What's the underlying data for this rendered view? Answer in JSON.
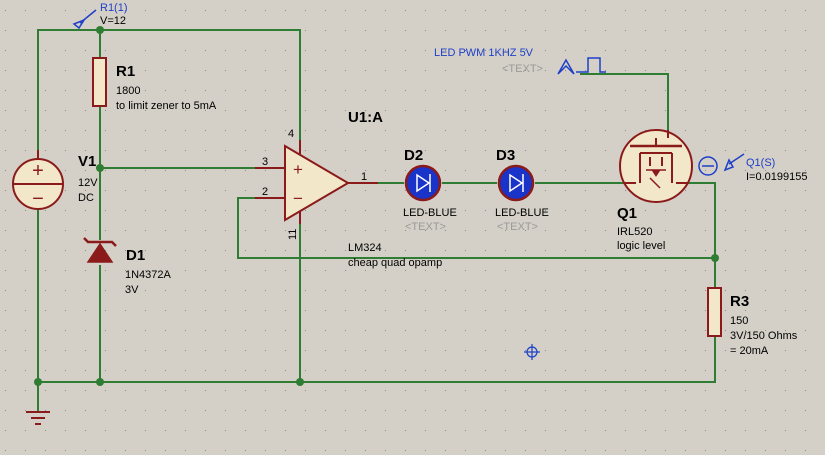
{
  "colors": {
    "background": "#d4d0c8",
    "grid_dot": "#8a8a8a",
    "wire": "#2e7d32",
    "component": "#8b1a1a",
    "component_fill": "#f3e7c9",
    "led_fill": "#1a33c8",
    "probe": "#1e3fc8",
    "label": "#000000",
    "placeholder": "#9a9a9a"
  },
  "probe_r1": {
    "name": "R1(1)",
    "reading": "V=12"
  },
  "r1": {
    "ref": "R1",
    "value": "1800",
    "note": "to limit zener to 5mA"
  },
  "u1": {
    "ref": "U1:A",
    "part": "LM324",
    "desc": "cheap quad opamp",
    "pins": {
      "noninv": "3",
      "inv": "2",
      "out": "1",
      "vcc": "4",
      "gnd": "11"
    }
  },
  "v1": {
    "ref": "V1",
    "value": "12V",
    "type": "DC"
  },
  "d1": {
    "ref": "D1",
    "part": "1N4372A",
    "value": "3V"
  },
  "d2": {
    "ref": "D2",
    "part": "LED-BLUE",
    "text": "<TEXT>"
  },
  "d3": {
    "ref": "D3",
    "part": "LED-BLUE",
    "text": "<TEXT>"
  },
  "pwm": {
    "label": "LED PWM 1KHZ 5V",
    "text": "<TEXT>"
  },
  "q1": {
    "ref": "Q1",
    "part": "IRL520",
    "note": "logic level"
  },
  "probe_q1": {
    "name": "Q1(S)",
    "reading": "I=0.0199155"
  },
  "r3": {
    "ref": "R3",
    "value": "150",
    "note1": "3V/150 Ohms",
    "note2": "= 20mA"
  }
}
